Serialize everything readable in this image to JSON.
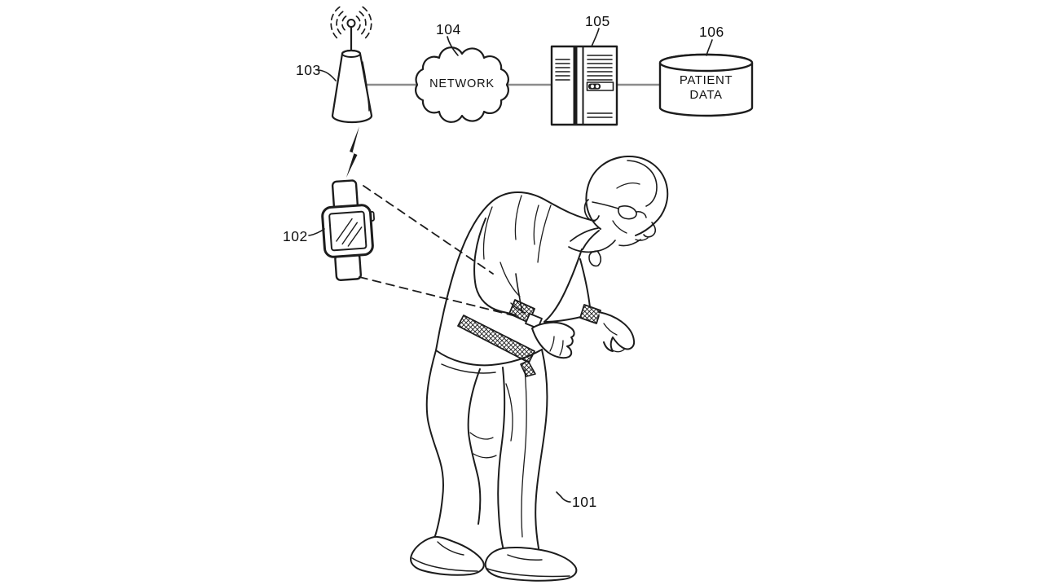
{
  "figure": {
    "background": "#ffffff",
    "ink_color": "#1c1c1c",
    "connector_color": "#8c8c8c",
    "labels": {
      "patient": "101",
      "wearable_device": "102",
      "cell_tower": "103",
      "network": "104",
      "server": "105",
      "database": "106"
    },
    "network_text": "NETWORK",
    "database_text": "PATIENT DATA",
    "icons": [
      "cell-tower-icon",
      "radio-waves-icon",
      "lightning-bolt-icon",
      "smartwatch-icon",
      "network-cloud-icon",
      "server-icon",
      "database-cylinder-icon",
      "patient-figure"
    ]
  }
}
